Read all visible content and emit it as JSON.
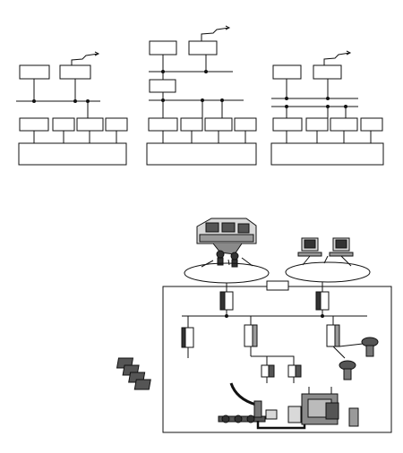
{
  "figure": {
    "type": "network-architecture-diagrams",
    "colors": {
      "ink": "#111111",
      "panel": "#d9d9d9",
      "shade": "#9a9a9a",
      "dark": "#333333"
    },
    "top_panels": [
      {
        "id": "a",
        "workstations": 2,
        "buses": 1,
        "io_modules": 4,
        "has_intermediate_box": false
      },
      {
        "id": "b",
        "workstations": 2,
        "buses": 2,
        "io_modules": 4,
        "has_intermediate_box": true
      },
      {
        "id": "c",
        "workstations": 2,
        "buses": 2,
        "io_modules": 4,
        "has_intermediate_box": false
      }
    ],
    "plant_scene": {
      "operator_groups": [
        {
          "name": "control-room-console"
        },
        {
          "name": "engineering-workstations",
          "computers": 2
        }
      ],
      "network_ellipses": 2,
      "controllers": 2,
      "field_stations": 3,
      "field_devices": [
        "io-cards",
        "smart-transmitters",
        "valve-actuators"
      ],
      "process_equipment": [
        "pipeline",
        "tanks",
        "machinery"
      ]
    }
  }
}
